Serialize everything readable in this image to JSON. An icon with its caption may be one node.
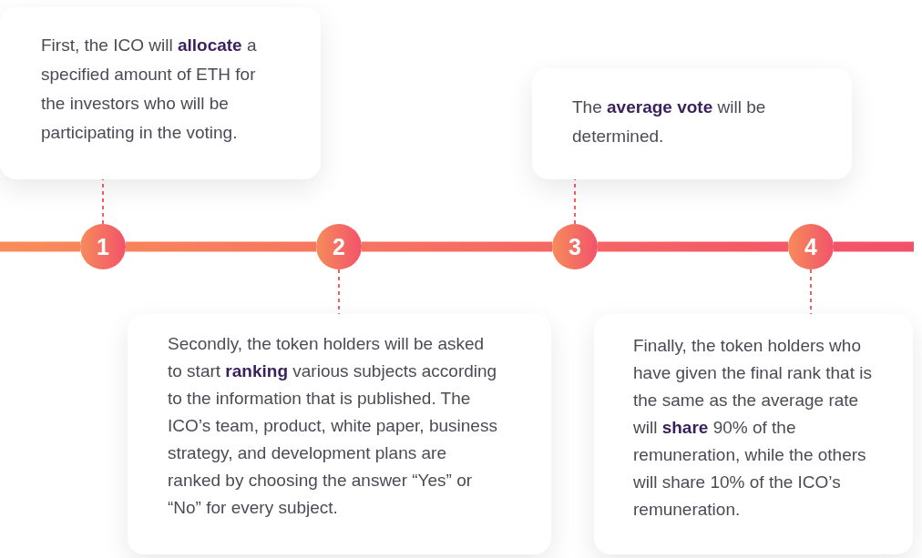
{
  "diagram": {
    "nodes": [
      {
        "text": [
          "First, the ICO will **allocate** a specified amount of ETH for the investors who will be participating in the voting."
        ]
      },
      {
        "text": [
          "The **average vote** will be determined."
        ]
      },
      {
        "text": [
          "1"
        ]
      },
      {
        "text": [
          "2"
        ]
      },
      {
        "text": [
          "3"
        ]
      },
      {
        "text": [
          "4"
        ]
      },
      {
        "text": [
          "Secondly, the token holders will be asked to start **ranking** various subjects according to the information that is published. The ICO’s team, product, white paper, business strategy, and development plans are ranked by choosing the answer “Yes” or “No” for every subject."
        ]
      },
      {
        "text": [
          "Finally, the token holders who have given the final rank that is the same as the average rate will **share** 90% of the remuneration, while the others will share 10% of the ICO’s remuneration."
        ]
      }
    ],
    "edges": [
      {
        "from": null,
        "to": 2,
        "arrow": "none",
        "style": "thick"
      },
      {
        "from": 2,
        "to": 3,
        "arrow": "none",
        "style": "thick"
      },
      {
        "from": 3,
        "to": 4,
        "arrow": "none",
        "style": "thick"
      },
      {
        "from": 4,
        "to": 5,
        "arrow": "none",
        "style": "thick"
      },
      {
        "from": 5,
        "to": null,
        "arrow": "none",
        "style": "thick"
      },
      {
        "from": 2,
        "to": 0,
        "arrow": "none",
        "style": "dashed"
      },
      {
        "from": 4,
        "to": 1,
        "arrow": "none",
        "style": "dashed"
      },
      {
        "from": 3,
        "to": 6,
        "arrow": "none",
        "style": "dashed"
      },
      {
        "from": 5,
        "to": 7,
        "arrow": "none",
        "style": "dashed"
      }
    ]
  }
}
